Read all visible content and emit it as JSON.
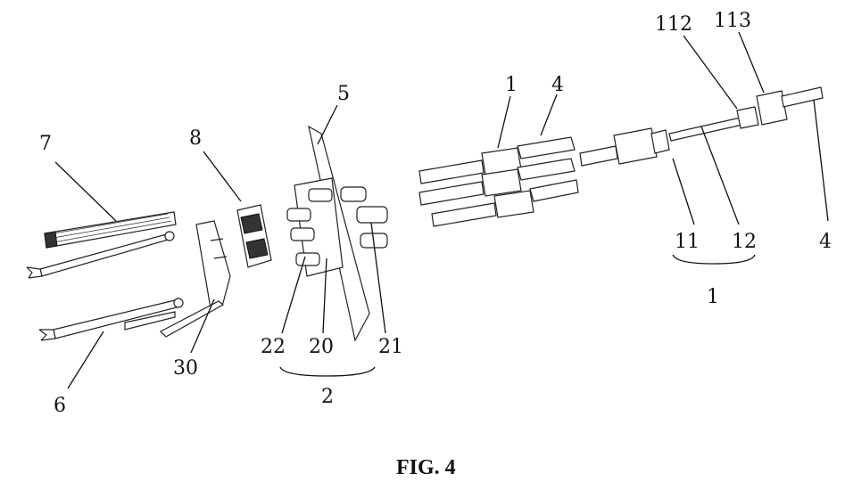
{
  "figure": {
    "caption": "FIG. 4"
  },
  "labels": {
    "l7": "7",
    "l8": "8",
    "l5": "5",
    "l1a": "1",
    "l4a": "4",
    "l112": "112",
    "l113": "113",
    "l6": "6",
    "l30": "30",
    "l22": "22",
    "l20": "20",
    "l21": "21",
    "l2": "2",
    "l11": "11",
    "l12": "12",
    "l1b": "1",
    "l4b": "4"
  }
}
